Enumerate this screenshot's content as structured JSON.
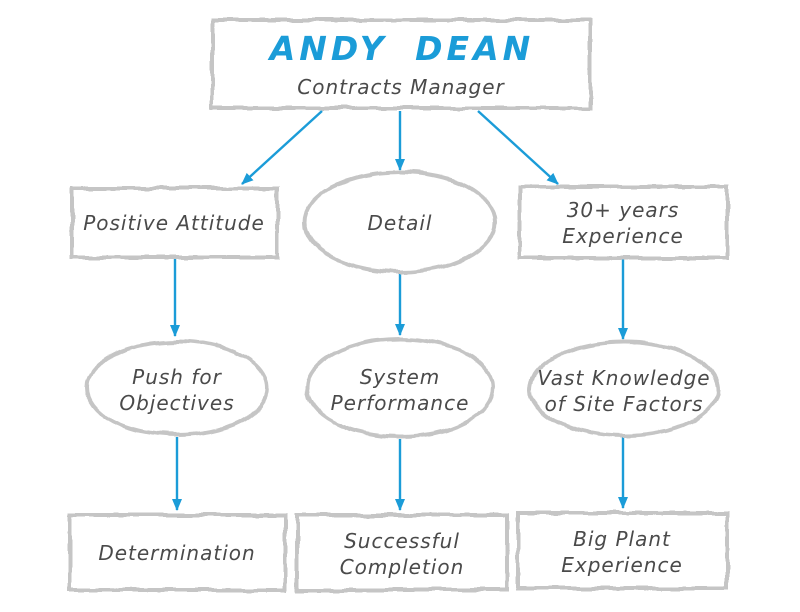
{
  "diagram": {
    "type": "org-mind-map",
    "root": {
      "id": "andy-dean",
      "shape": "rect",
      "title": "ANDY DEAN",
      "subtitle": "Contracts Manager"
    },
    "rows": [
      {
        "nodes": [
          {
            "id": "positive-attitude",
            "shape": "rect",
            "lines": [
              "Positive Attitude"
            ]
          },
          {
            "id": "detail",
            "shape": "ellipse",
            "lines": [
              "Detail"
            ]
          },
          {
            "id": "thirty-plus-years-experience",
            "shape": "rect",
            "lines": [
              "30+ years",
              "Experience"
            ]
          }
        ]
      },
      {
        "nodes": [
          {
            "id": "push-for-objectives",
            "shape": "ellipse",
            "lines": [
              "Push for",
              "Objectives"
            ]
          },
          {
            "id": "system-performance",
            "shape": "ellipse",
            "lines": [
              "System",
              "Performance"
            ]
          },
          {
            "id": "vast-knowledge-of-site-factors",
            "shape": "ellipse",
            "lines": [
              "Vast Knowledge",
              "of Site Factors"
            ]
          }
        ]
      },
      {
        "nodes": [
          {
            "id": "determination",
            "shape": "rect",
            "lines": [
              "Determination"
            ]
          },
          {
            "id": "successful-completion",
            "shape": "rect",
            "lines": [
              "Successful",
              "Completion"
            ]
          },
          {
            "id": "big-plant-experience",
            "shape": "rect",
            "lines": [
              "Big Plant",
              "Experience"
            ]
          }
        ]
      }
    ],
    "edges": [
      {
        "from": "andy-dean",
        "to": "positive-attitude"
      },
      {
        "from": "andy-dean",
        "to": "detail"
      },
      {
        "from": "andy-dean",
        "to": "thirty-plus-years-experience"
      },
      {
        "from": "positive-attitude",
        "to": "push-for-objectives"
      },
      {
        "from": "detail",
        "to": "system-performance"
      },
      {
        "from": "thirty-plus-years-experience",
        "to": "vast-knowledge-of-site-factors"
      },
      {
        "from": "push-for-objectives",
        "to": "determination"
      },
      {
        "from": "system-performance",
        "to": "successful-completion"
      },
      {
        "from": "vast-knowledge-of-site-factors",
        "to": "big-plant-experience"
      }
    ]
  },
  "colors": {
    "accent": "#1b9cd8",
    "shape_border": "#c5c5c5",
    "text": "#4a4a4a",
    "background": "#ffffff"
  }
}
